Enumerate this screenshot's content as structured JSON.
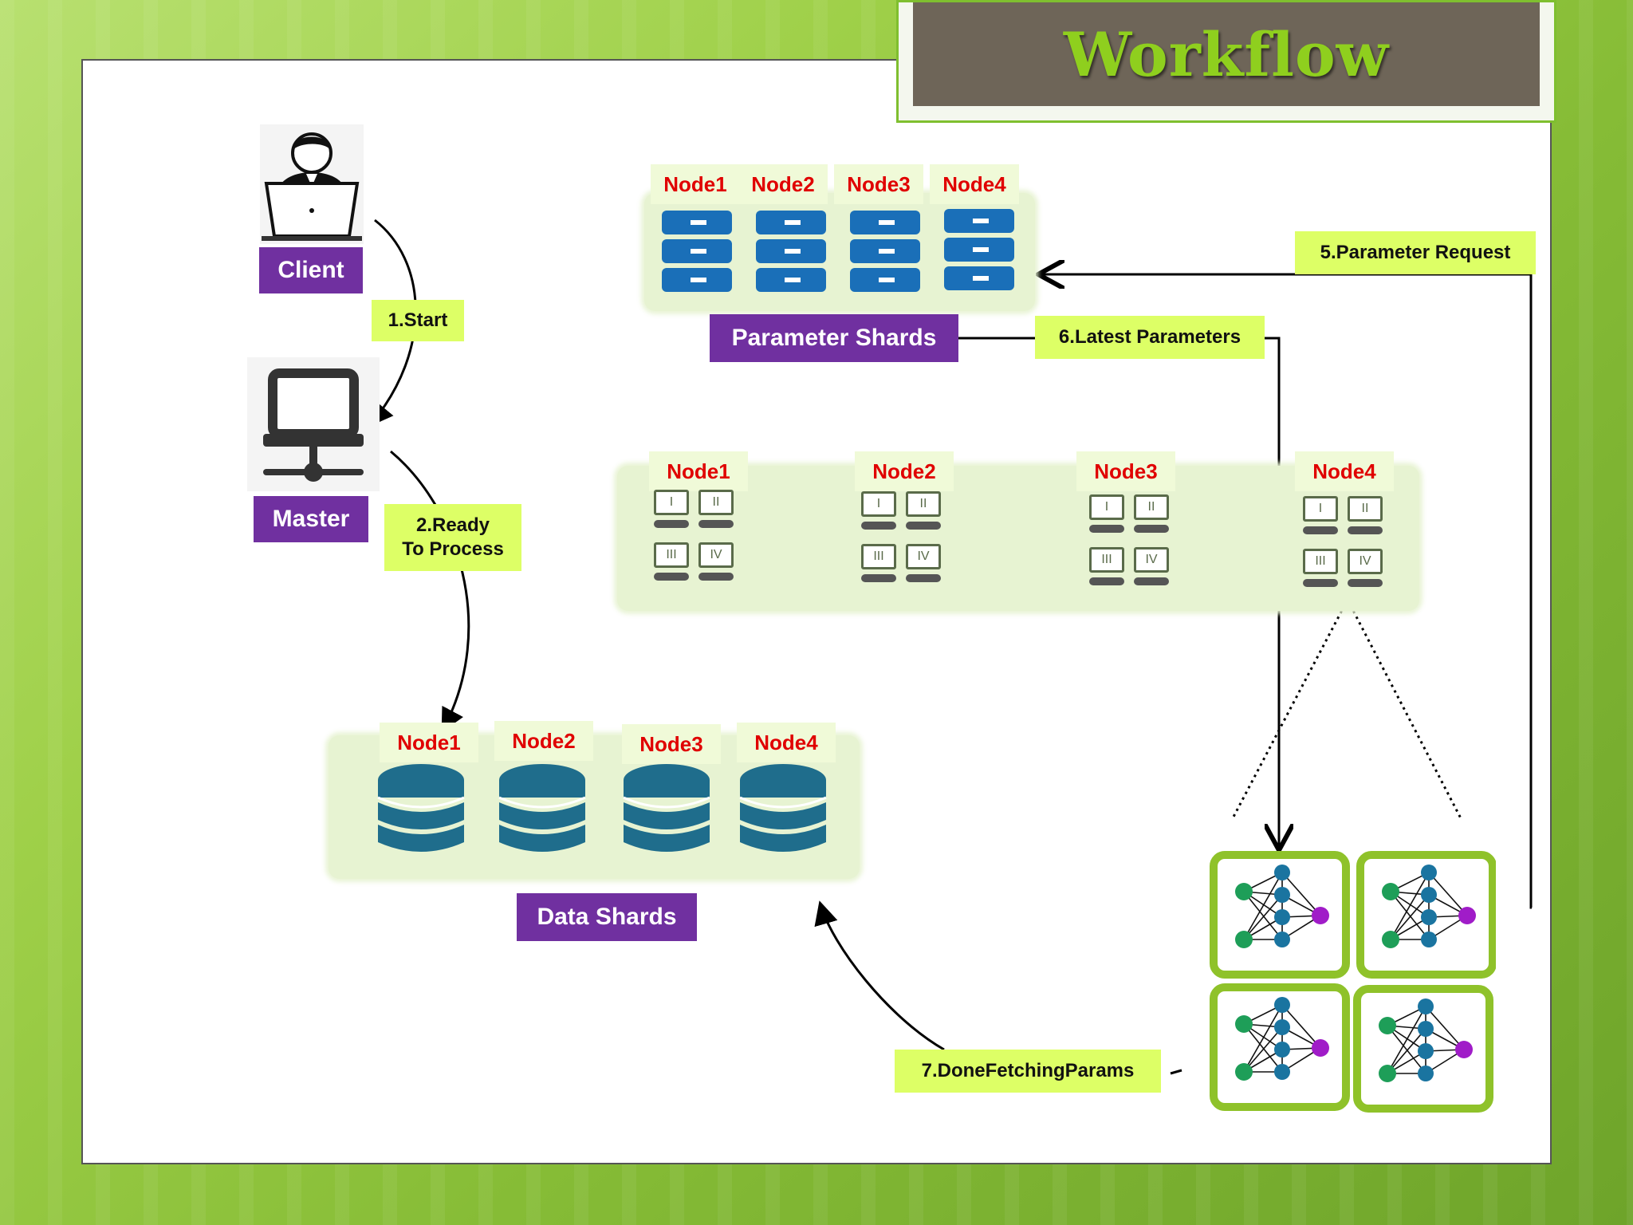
{
  "title": "Workflow",
  "client_label": "Client",
  "master_label": "Master",
  "parameter_shards_label": "Parameter Shards",
  "data_shards_label": "Data Shards",
  "steps": {
    "start": "1.Start",
    "ready_line1": "2.Ready",
    "ready_line2": "To Process",
    "param_request": "5.Parameter Request",
    "latest_params": "6.Latest Parameters",
    "done_fetching": "7.DoneFetchingParams"
  },
  "param_nodes": [
    "Node1",
    "Node2",
    "Node3",
    "Node4"
  ],
  "worker_nodes": [
    "Node1",
    "Node2",
    "Node3",
    "Node4"
  ],
  "data_nodes": [
    "Node1",
    "Node2",
    "Node3",
    "Node4"
  ],
  "partitions": [
    "I",
    "II",
    "III",
    "IV"
  ],
  "colors": {
    "label_purple": "#7030a0",
    "step_yellow": "#ddff66",
    "node_red": "#e00000",
    "server_blue": "#1a6fb8",
    "db_teal": "#1f6d8c",
    "title_green": "#8fcf1e"
  }
}
